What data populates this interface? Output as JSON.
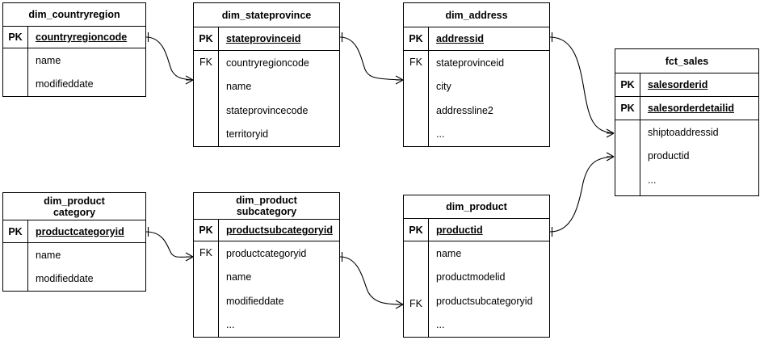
{
  "diagram": {
    "title": "star-schema-er-diagram",
    "style": {
      "stroke": "#000000",
      "background": "#ffffff",
      "text": "#000000"
    }
  },
  "entities": [
    {
      "id": "dim_countryregion",
      "title_lines": [
        "dim_countryregion"
      ],
      "pk_label": "PK",
      "pk_fields": [
        "countryregioncode"
      ],
      "fk_label": "",
      "attributes": [
        "name",
        "modifieddate"
      ]
    },
    {
      "id": "dim_stateprovince",
      "title_lines": [
        "dim_stateprovince"
      ],
      "pk_label": "PK",
      "pk_fields": [
        "stateprovinceid"
      ],
      "fk_label": "FK",
      "attributes": [
        "countryregioncode",
        "name",
        "stateprovincecode",
        "territoryid"
      ]
    },
    {
      "id": "dim_address",
      "title_lines": [
        "dim_address"
      ],
      "pk_label": "PK",
      "pk_fields": [
        "addressid"
      ],
      "fk_label": "FK",
      "attributes": [
        "stateprovinceid",
        "city",
        "addressline2",
        "..."
      ]
    },
    {
      "id": "fct_sales",
      "title_lines": [
        "fct_sales"
      ],
      "pk_label": "PK",
      "pk_fields": [
        "salesorderid",
        "salesorderdetailid"
      ],
      "fk_label": "",
      "attributes": [
        "shiptoaddressid",
        "productid",
        "..."
      ]
    },
    {
      "id": "dim_productcategory",
      "title_lines": [
        "dim_product",
        "category"
      ],
      "pk_label": "PK",
      "pk_fields": [
        "productcategoryid"
      ],
      "fk_label": "",
      "attributes": [
        "name",
        "modifieddate"
      ]
    },
    {
      "id": "dim_productsubcategory",
      "title_lines": [
        "dim_product",
        "subcategory"
      ],
      "pk_label": "PK",
      "pk_fields": [
        "productsubcategoryid"
      ],
      "fk_label": "FK",
      "attributes": [
        "productcategoryid",
        "name",
        "modifieddate",
        "..."
      ]
    },
    {
      "id": "dim_product",
      "title_lines": [
        "dim_product"
      ],
      "pk_label": "PK",
      "pk_fields": [
        "productid"
      ],
      "fk_label": "FK",
      "attributes": [
        "name",
        "productmodelid",
        "productsubcategoryid",
        "..."
      ]
    }
  ],
  "relationships": [
    {
      "from": "dim_countryregion.countryregioncode",
      "to": "dim_stateprovince.countryregioncode",
      "from_cardinality": "one",
      "to_cardinality": "many"
    },
    {
      "from": "dim_stateprovince.stateprovinceid",
      "to": "dim_address.stateprovinceid",
      "from_cardinality": "one",
      "to_cardinality": "many"
    },
    {
      "from": "dim_address.addressid",
      "to": "fct_sales.shiptoaddressid",
      "from_cardinality": "one",
      "to_cardinality": "many"
    },
    {
      "from": "dim_product.productid",
      "to": "fct_sales.productid",
      "from_cardinality": "one",
      "to_cardinality": "many"
    },
    {
      "from": "dim_productcategory.productcategoryid",
      "to": "dim_productsubcategory.productcategoryid",
      "from_cardinality": "one",
      "to_cardinality": "many"
    },
    {
      "from": "dim_productsubcategory.productcategoryid",
      "to": "dim_product.productsubcategoryid",
      "from_cardinality": "one",
      "to_cardinality": "many"
    }
  ]
}
